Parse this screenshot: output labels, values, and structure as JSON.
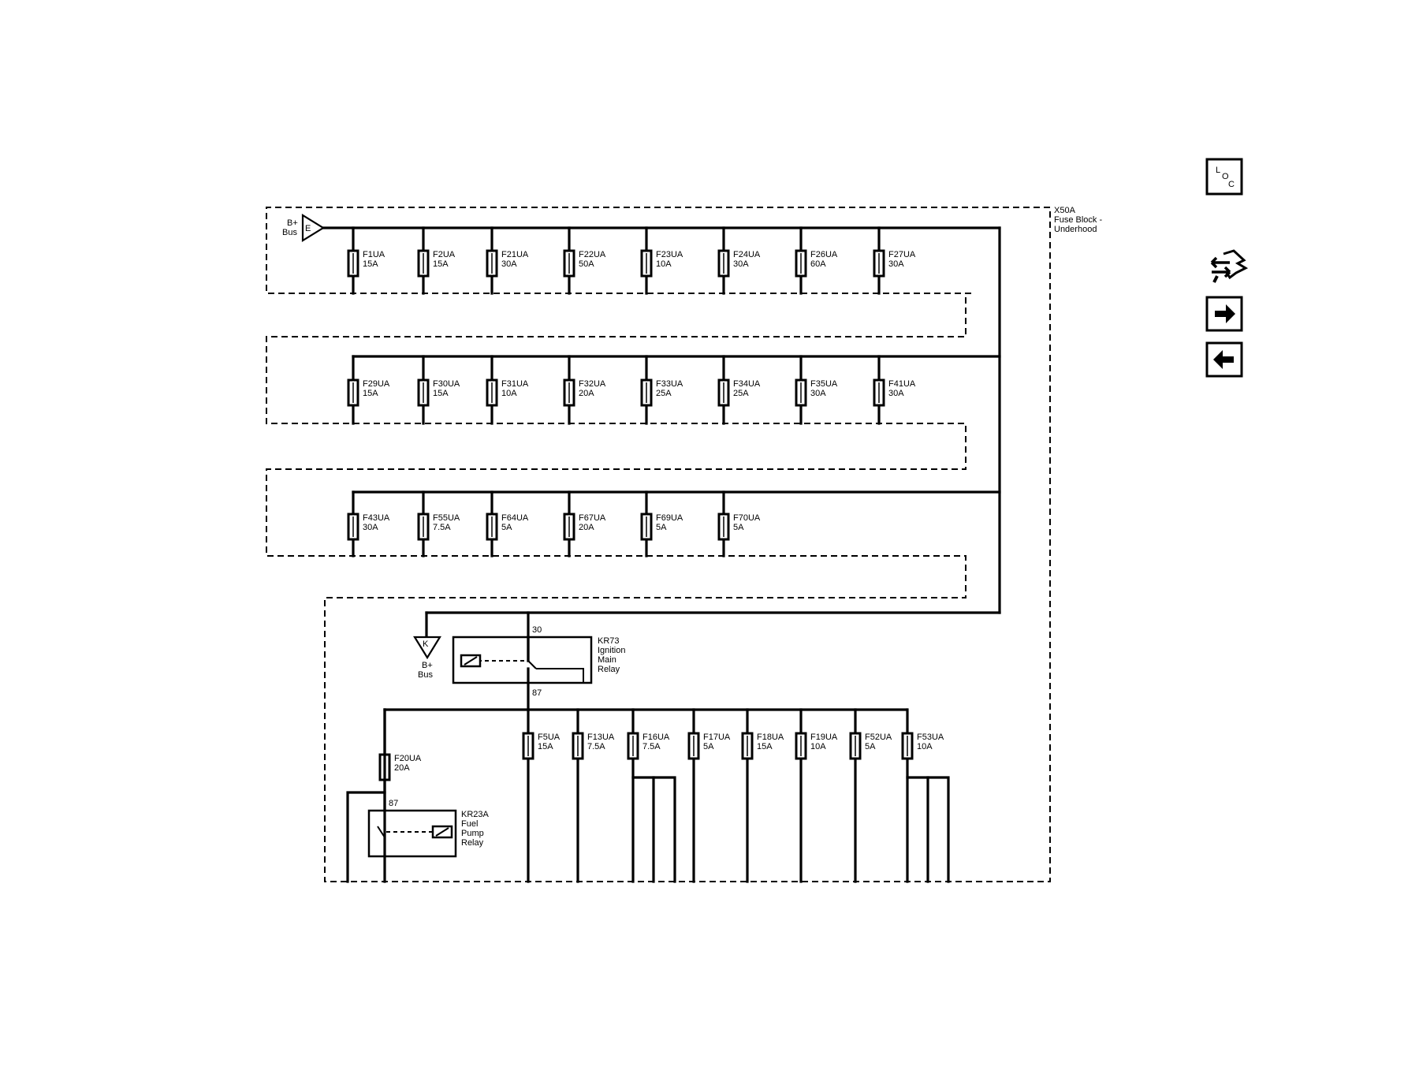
{
  "block": {
    "id": "X50A",
    "title_line1": "Fuse Block -",
    "title_line2": "Underhood"
  },
  "bus_in": {
    "label_a": "B+",
    "label_b": "Bus",
    "connector": "E"
  },
  "bus_out": {
    "label_a": "B+",
    "label_b": "Bus",
    "connector": "K"
  },
  "rows": [
    {
      "fuses": [
        {
          "id": "F1UA",
          "rating": "15A"
        },
        {
          "id": "F2UA",
          "rating": "15A"
        },
        {
          "id": "F21UA",
          "rating": "30A"
        },
        {
          "id": "F22UA",
          "rating": "50A"
        },
        {
          "id": "F23UA",
          "rating": "10A"
        },
        {
          "id": "F24UA",
          "rating": "30A"
        },
        {
          "id": "F26UA",
          "rating": "60A"
        },
        {
          "id": "F27UA",
          "rating": "30A"
        }
      ]
    },
    {
      "fuses": [
        {
          "id": "F29UA",
          "rating": "15A"
        },
        {
          "id": "F30UA",
          "rating": "15A"
        },
        {
          "id": "F31UA",
          "rating": "10A"
        },
        {
          "id": "F32UA",
          "rating": "20A"
        },
        {
          "id": "F33UA",
          "rating": "25A"
        },
        {
          "id": "F34UA",
          "rating": "25A"
        },
        {
          "id": "F35UA",
          "rating": "30A"
        },
        {
          "id": "F41UA",
          "rating": "30A"
        }
      ]
    },
    {
      "fuses": [
        {
          "id": "F43UA",
          "rating": "30A"
        },
        {
          "id": "F55UA",
          "rating": "7.5A"
        },
        {
          "id": "F64UA",
          "rating": "5A"
        },
        {
          "id": "F67UA",
          "rating": "20A"
        },
        {
          "id": "F69UA",
          "rating": "5A"
        },
        {
          "id": "F70UA",
          "rating": "5A"
        }
      ]
    }
  ],
  "main_relay": {
    "id": "KR73",
    "name_line1": "Ignition",
    "name_line2": "Main",
    "name_line3": "Relay",
    "pin_in": "30",
    "pin_out": "87"
  },
  "ign_fuses": [
    {
      "id": "F5UA",
      "rating": "15A"
    },
    {
      "id": "F13UA",
      "rating": "7.5A"
    },
    {
      "id": "F16UA",
      "rating": "7.5A"
    },
    {
      "id": "F17UA",
      "rating": "5A"
    },
    {
      "id": "F18UA",
      "rating": "15A"
    },
    {
      "id": "F19UA",
      "rating": "10A"
    },
    {
      "id": "F52UA",
      "rating": "5A"
    },
    {
      "id": "F53UA",
      "rating": "10A"
    }
  ],
  "pump_fuse": {
    "id": "F20UA",
    "rating": "20A"
  },
  "pump_relay": {
    "id": "KR23A",
    "name_line1": "Fuel",
    "name_line2": "Pump",
    "name_line3": "Relay",
    "pin": "87"
  },
  "nav": {
    "loc_l": "L",
    "loc_o": "O",
    "loc_c": "C",
    "connector_icon": "connector-icon",
    "next_icon": "arrow-right-icon",
    "prev_icon": "arrow-left-icon"
  }
}
